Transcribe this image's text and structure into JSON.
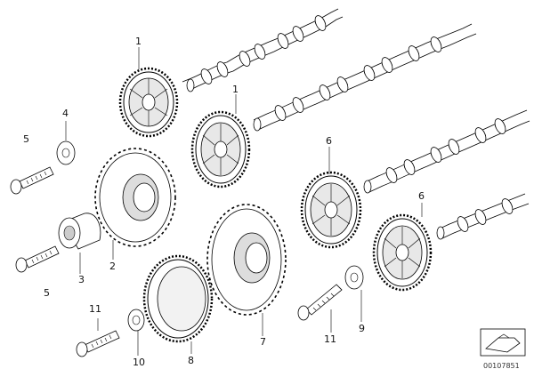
{
  "diagram": {
    "reference_code": "00107851",
    "callouts": [
      {
        "id": "c1a",
        "label": "1"
      },
      {
        "id": "c1b",
        "label": "1"
      },
      {
        "id": "c4",
        "label": "4"
      },
      {
        "id": "c5a",
        "label": "5"
      },
      {
        "id": "c6a",
        "label": "6"
      },
      {
        "id": "c6b",
        "label": "6"
      },
      {
        "id": "c5b",
        "label": "5"
      },
      {
        "id": "c3",
        "label": "3"
      },
      {
        "id": "c2",
        "label": "2"
      },
      {
        "id": "c7",
        "label": "7"
      },
      {
        "id": "c9",
        "label": "9"
      },
      {
        "id": "c11a",
        "label": "11"
      },
      {
        "id": "c11b",
        "label": "11"
      },
      {
        "id": "c10",
        "label": "10"
      },
      {
        "id": "c8",
        "label": "8"
      }
    ]
  }
}
